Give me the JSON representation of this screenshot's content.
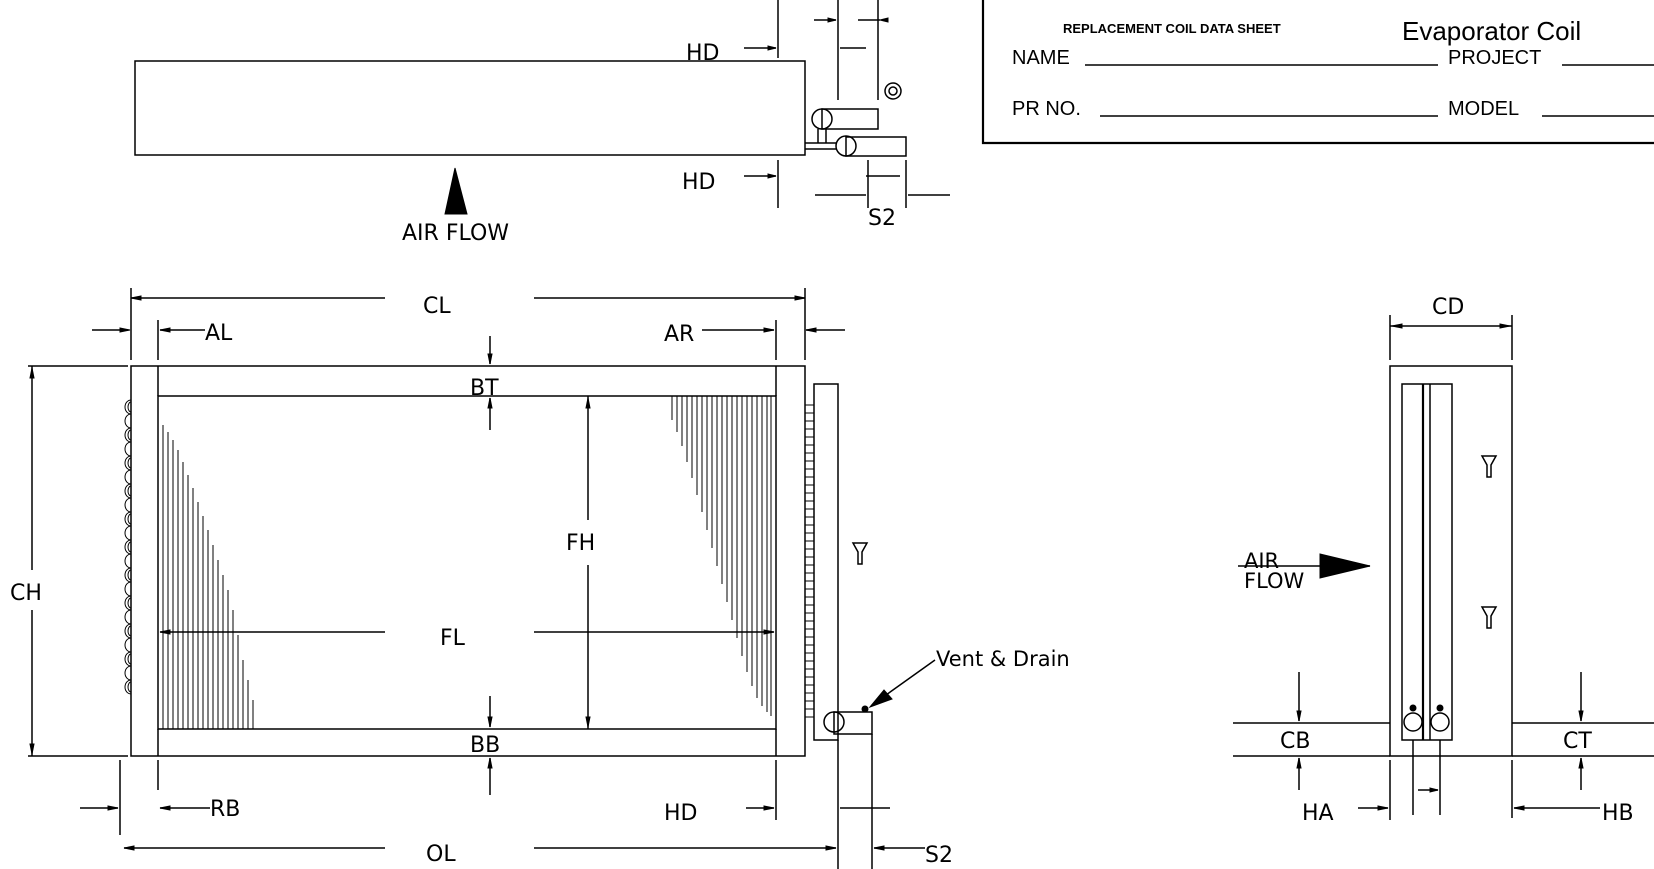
{
  "labels": {
    "hd_top": "HD",
    "hd_mid": "HD",
    "s2_top": "S2",
    "air_flow_top": "AIR FLOW",
    "cl": "CL",
    "al": "AL",
    "ar": "AR",
    "bt": "BT",
    "fh": "FH",
    "ch": "CH",
    "fl": "FL",
    "bb": "BB",
    "rb": "RB",
    "hd_bottom": "HD",
    "ol": "OL",
    "s2_bottom": "S2",
    "vent_drain": "Vent & Drain",
    "cd": "CD",
    "air": "AIR",
    "flow": "FLOW",
    "cb": "CB",
    "ct": "CT",
    "ha": "HA",
    "hb": "HB"
  },
  "header": {
    "subtitle": "REPLACEMENT COIL DATA SHEET",
    "title": "Evaporator Coil",
    "name_label": "NAME",
    "project_label": "PROJECT",
    "prno_label": "PR NO.",
    "model_label": "MODEL"
  }
}
